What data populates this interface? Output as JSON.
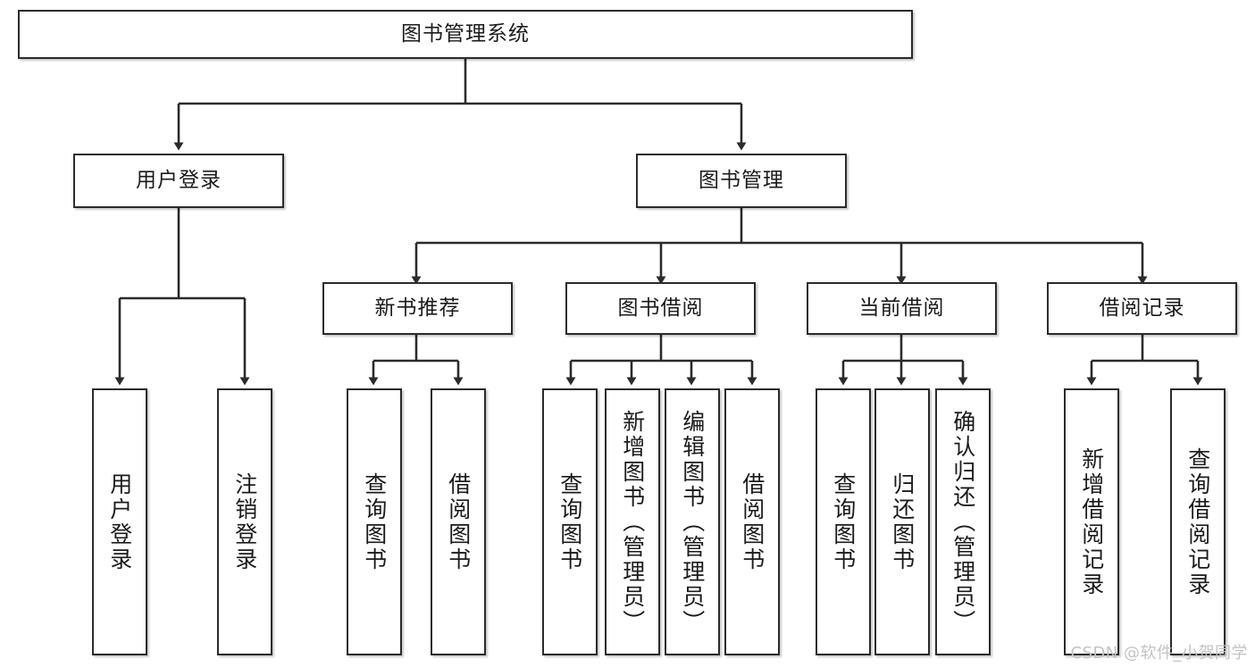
{
  "diagram": {
    "type": "tree-hierarchy-chart",
    "title": "图书管理系统",
    "orientation": "top-down",
    "colors": {
      "box_border": "#2b2b2b",
      "box_fill": "#ffffff",
      "connector": "#2b2b2b",
      "text": "#1b1b1b",
      "watermark": "#c3c3c3",
      "background": "#ffffff"
    },
    "root": {
      "id": "root",
      "label": "图书管理系统",
      "orientation": "horizontal"
    },
    "level1": [
      {
        "id": "user-login",
        "label": "用户登录",
        "orientation": "horizontal"
      },
      {
        "id": "book-manage",
        "label": "图书管理",
        "orientation": "horizontal"
      }
    ],
    "level2": [
      {
        "id": "new-book-rec",
        "label": "新书推荐",
        "orientation": "horizontal",
        "parent": "book-manage"
      },
      {
        "id": "book-borrow",
        "label": "图书借阅",
        "orientation": "horizontal",
        "parent": "book-manage"
      },
      {
        "id": "current-borrow",
        "label": "当前借阅",
        "orientation": "horizontal",
        "parent": "book-manage"
      },
      {
        "id": "borrow-record",
        "label": "借阅记录",
        "orientation": "horizontal",
        "parent": "book-manage"
      }
    ],
    "leaves": [
      {
        "id": "leaf-user-login",
        "label": "用户登录",
        "parent": "user-login"
      },
      {
        "id": "leaf-logout",
        "label": "注销登录",
        "parent": "user-login"
      },
      {
        "id": "leaf-query-book-1",
        "label": "查询图书",
        "parent": "new-book-rec"
      },
      {
        "id": "leaf-borrow-book-1",
        "label": "借阅图书",
        "parent": "new-book-rec"
      },
      {
        "id": "leaf-query-book-2",
        "label": "查询图书",
        "parent": "book-borrow"
      },
      {
        "id": "leaf-add-book",
        "label": "新增图书（管理员）",
        "parent": "book-borrow"
      },
      {
        "id": "leaf-edit-book",
        "label": "编辑图书（管理员）",
        "parent": "book-borrow"
      },
      {
        "id": "leaf-borrow-book-2",
        "label": "借阅图书",
        "parent": "book-borrow"
      },
      {
        "id": "leaf-query-book-3",
        "label": "查询图书",
        "parent": "current-borrow"
      },
      {
        "id": "leaf-return-book",
        "label": "归还图书",
        "parent": "current-borrow"
      },
      {
        "id": "leaf-confirm-return",
        "label": "确认归还（管理员）",
        "parent": "current-borrow"
      },
      {
        "id": "leaf-add-record",
        "label": "新增借阅记录",
        "parent": "borrow-record"
      },
      {
        "id": "leaf-query-record",
        "label": "查询借阅记录",
        "parent": "borrow-record"
      }
    ]
  },
  "watermark": {
    "text": "CSDN @软件_小贺同学"
  }
}
